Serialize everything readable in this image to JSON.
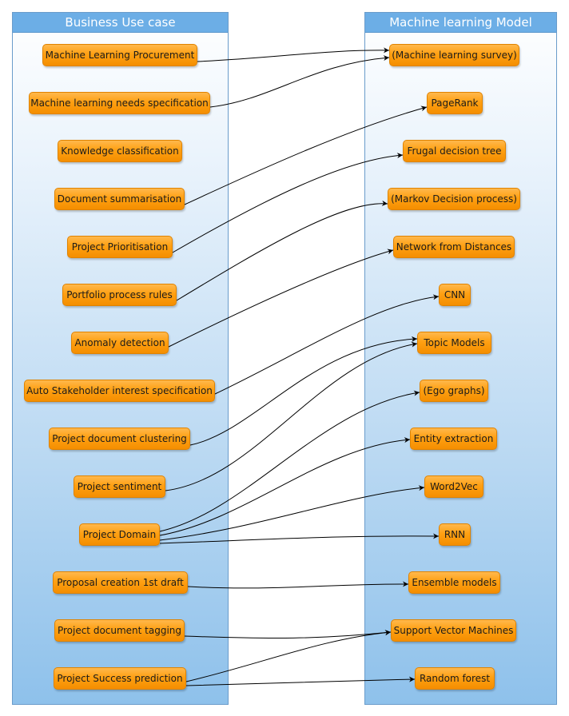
{
  "left_lane": {
    "title": "Business Use case",
    "items": [
      "Machine Learning Procurement",
      "Machine learning needs specification",
      "Knowledge classification",
      "Document summarisation",
      "Project Prioritisation",
      "Portfolio process rules",
      "Anomaly detection",
      "Auto Stakeholder interest specification",
      "Project document clustering",
      "Project sentiment",
      "Project Domain",
      "Proposal creation 1st draft",
      "Project document tagging",
      "Project Success prediction"
    ]
  },
  "right_lane": {
    "title": "Machine learning Model",
    "items": [
      "(Machine learning survey)",
      "PageRank",
      "Frugal decision tree",
      "(Markov Decision process)",
      "Network from Distances",
      "CNN",
      "Topic Models",
      "(Ego graphs)",
      "Entity extraction",
      "Word2Vec",
      "RNN",
      "Ensemble models",
      "Support Vector Machines",
      "Random forest"
    ]
  },
  "colors": {
    "node_fill": "#ffa012",
    "node_border": "#e08300",
    "lane_header": "#6caee6",
    "lane_border": "#6a9ccb",
    "edge": "#000000"
  }
}
